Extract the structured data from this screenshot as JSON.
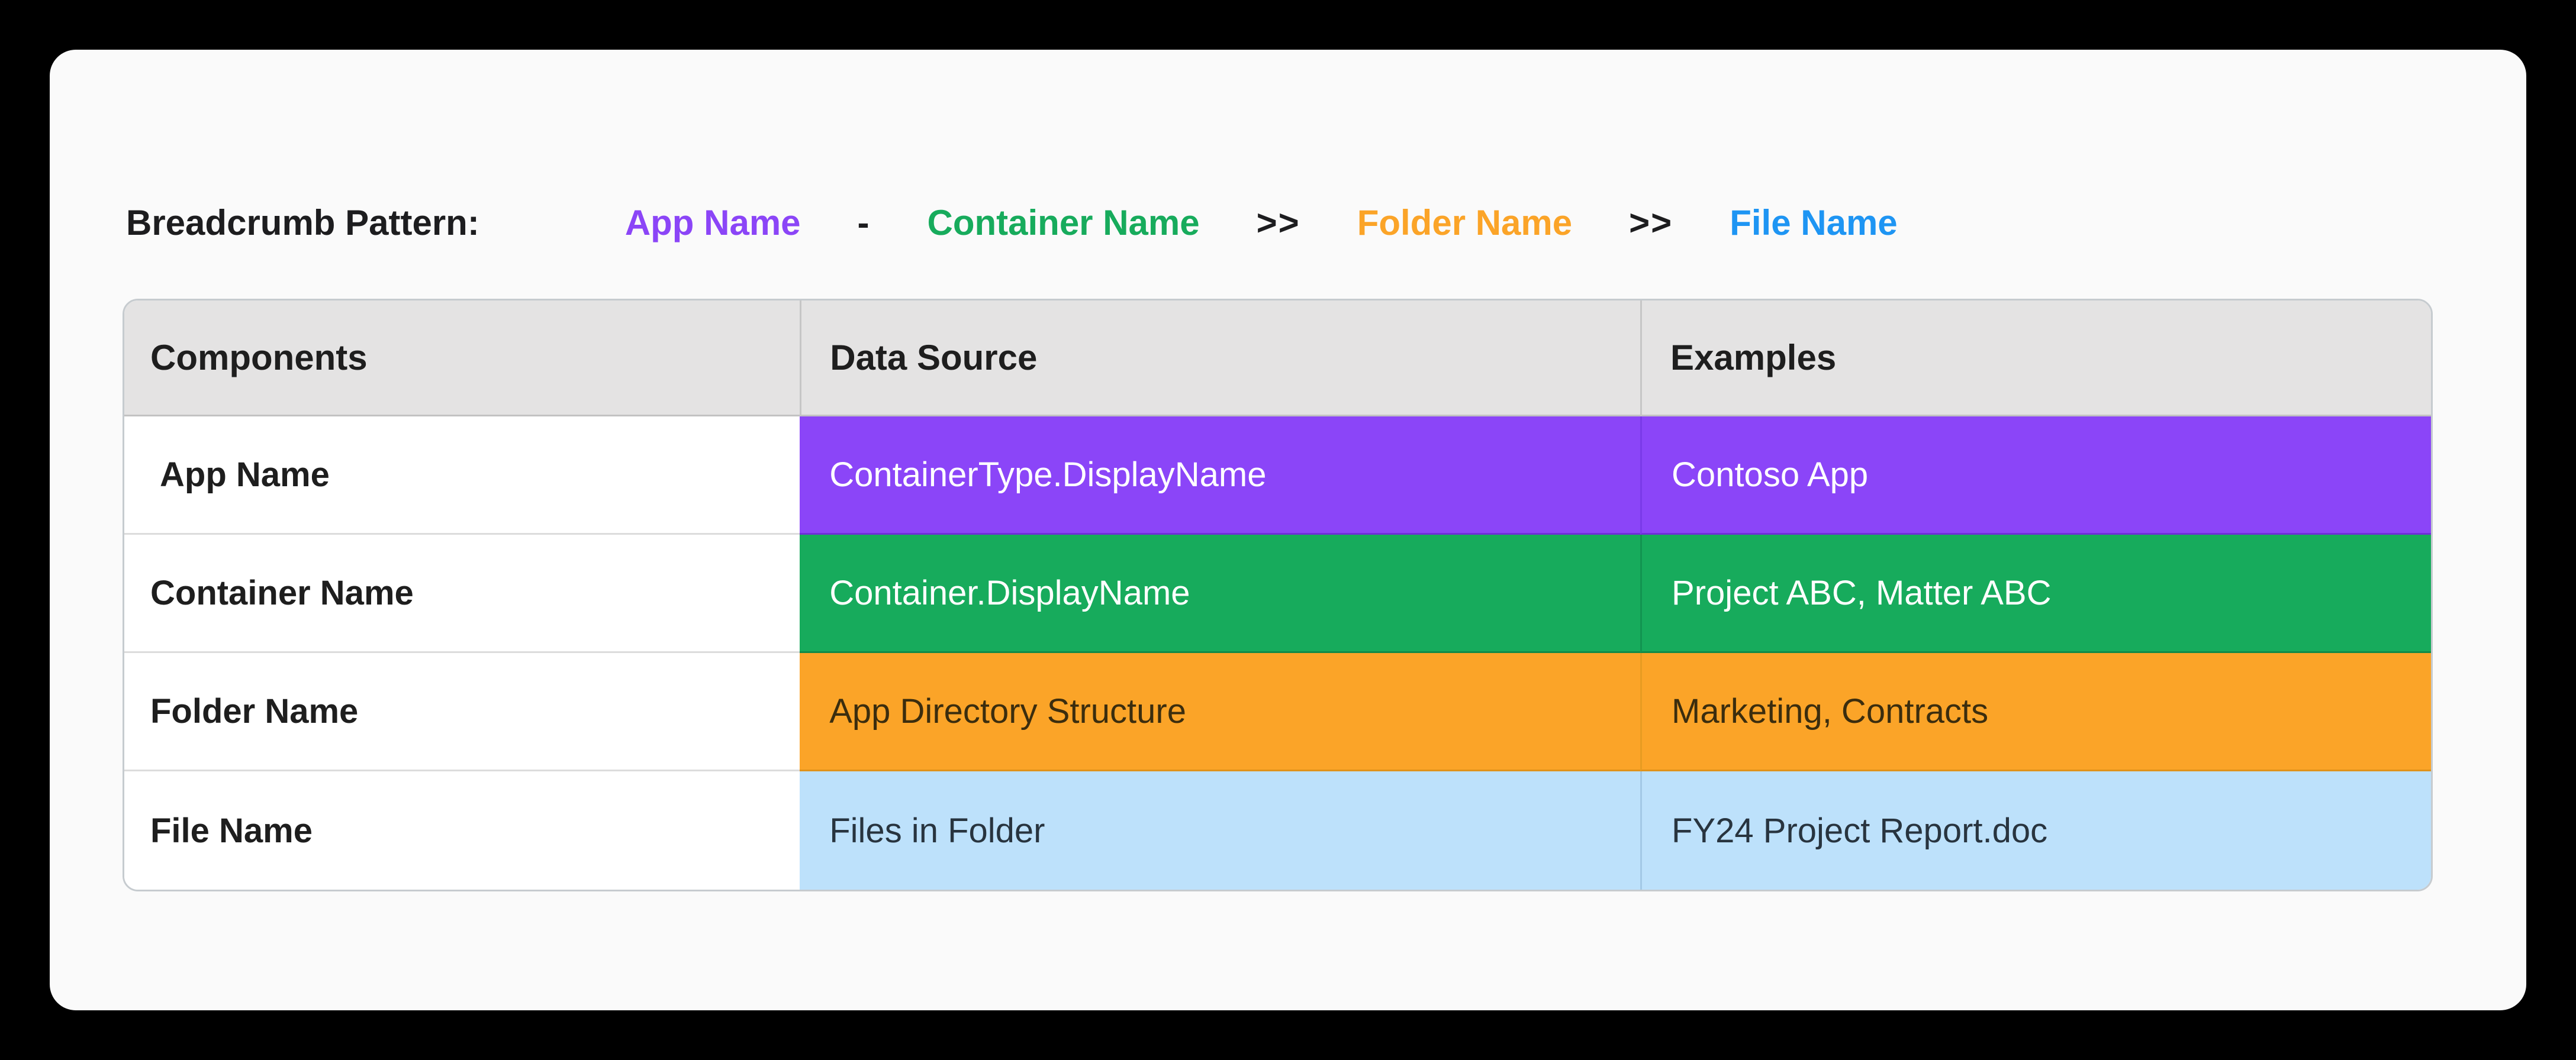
{
  "page": {
    "background_color": "#000000",
    "card_color": "#FAFAFA"
  },
  "breadcrumb": {
    "label": "Breadcrumb Pattern:",
    "items": [
      {
        "text": "App Name",
        "color": "#8B45F7",
        "role": "segment"
      },
      {
        "text": "-",
        "color": "#1D1D1F",
        "role": "separator"
      },
      {
        "text": "Container Name",
        "color": "#17AB5C",
        "role": "segment"
      },
      {
        "text": ">>",
        "color": "#1D1D1F",
        "role": "separator"
      },
      {
        "text": "Folder Name",
        "color": "#FBA428",
        "role": "segment"
      },
      {
        "text": ">>",
        "color": "#1D1D1F",
        "role": "separator"
      },
      {
        "text": "File Name",
        "color": "#1E95F3",
        "role": "segment"
      }
    ]
  },
  "table": {
    "headers": [
      "Components",
      "Data Source",
      "Examples"
    ],
    "header_bg": "#E4E3E3",
    "rows": [
      {
        "component": "App Name",
        "data_source": "ContainerType.DisplayName",
        "example": "Contoso App",
        "bg": "#8B45F8",
        "text_color": "#FFFFFF"
      },
      {
        "component": "Container Name",
        "data_source": "Container.DisplayName",
        "example": "Project ABC, Matter ABC",
        "bg": "#17AB5C",
        "text_color": "#FFFFFF"
      },
      {
        "component": "Folder Name",
        "data_source": "App Directory Structure",
        "example": "Marketing, Contracts",
        "bg": "#FBA428",
        "text_color": "#3B2D0E"
      },
      {
        "component": "File Name",
        "data_source": "Files in Folder",
        "example": "FY24 Project Report.doc",
        "bg": "#BDE1FB",
        "text_color": "#28343F"
      }
    ]
  }
}
